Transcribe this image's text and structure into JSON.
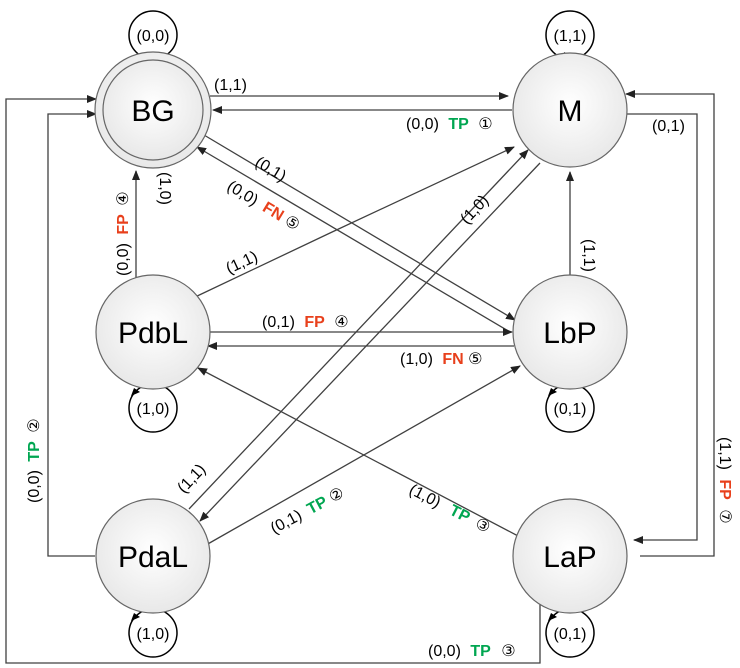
{
  "nodes": {
    "bg": {
      "label": "BG",
      "self_loop": "(0,0)"
    },
    "m": {
      "label": "M",
      "self_loop": "(1,1)"
    },
    "pdbl": {
      "label": "PdbL",
      "self_loop": "(1,0)"
    },
    "lbp": {
      "label": "LbP",
      "self_loop": "(0,1)"
    },
    "pdal": {
      "label": "PdaL",
      "self_loop": "(1,0)"
    },
    "lap": {
      "label": "LaP",
      "self_loop": "(0,1)"
    }
  },
  "edges": {
    "bg_to_m": {
      "input": "(1,1)"
    },
    "m_to_bg": {
      "input": "(0,0)",
      "tag": "TP",
      "num": "①"
    },
    "m_to_lap": {
      "input": "(0,1)"
    },
    "bg_to_lbp": {
      "input": "(0,1)"
    },
    "lbp_to_bg": {
      "input": "(0,0)",
      "tag": "FN",
      "num": "⑤"
    },
    "pdbl_to_bg": {
      "input": "(0,0)",
      "tag": "FP",
      "num": "④"
    },
    "bg_to_pdbl": {
      "input": "(1,0)"
    },
    "pdbl_to_m": {
      "input": "(1,1)"
    },
    "m_to_pdal": {
      "input": "(1,0)"
    },
    "lbp_to_m": {
      "input": "(1,1)"
    },
    "pdbl_to_lbp": {
      "input": "(0,1)",
      "tag": "FP",
      "num": "④"
    },
    "lbp_to_pdbl": {
      "input": "(1,0)",
      "tag": "FN",
      "num": "⑤"
    },
    "pdal_to_bg": {
      "input": "(0,0)",
      "tag": "TP",
      "num": "②"
    },
    "pdal_to_m": {
      "input": "(1,1)"
    },
    "pdal_to_lbp": {
      "input": "(0,1)",
      "tag": "TP",
      "num": "②"
    },
    "lap_to_pdbl": {
      "input": "(1,0)",
      "tag": "TP",
      "num": "③"
    },
    "lap_to_m": {
      "input": "(1,1)",
      "tag": "FP",
      "num": "⑦"
    },
    "lap_to_bg": {
      "input": "(0,0)",
      "tag": "TP",
      "num": "③"
    }
  },
  "colors": {
    "tp": "#00a651",
    "fp_fn": "#e8401c",
    "line": "#404040",
    "node_fill": "#f2f2f2"
  }
}
